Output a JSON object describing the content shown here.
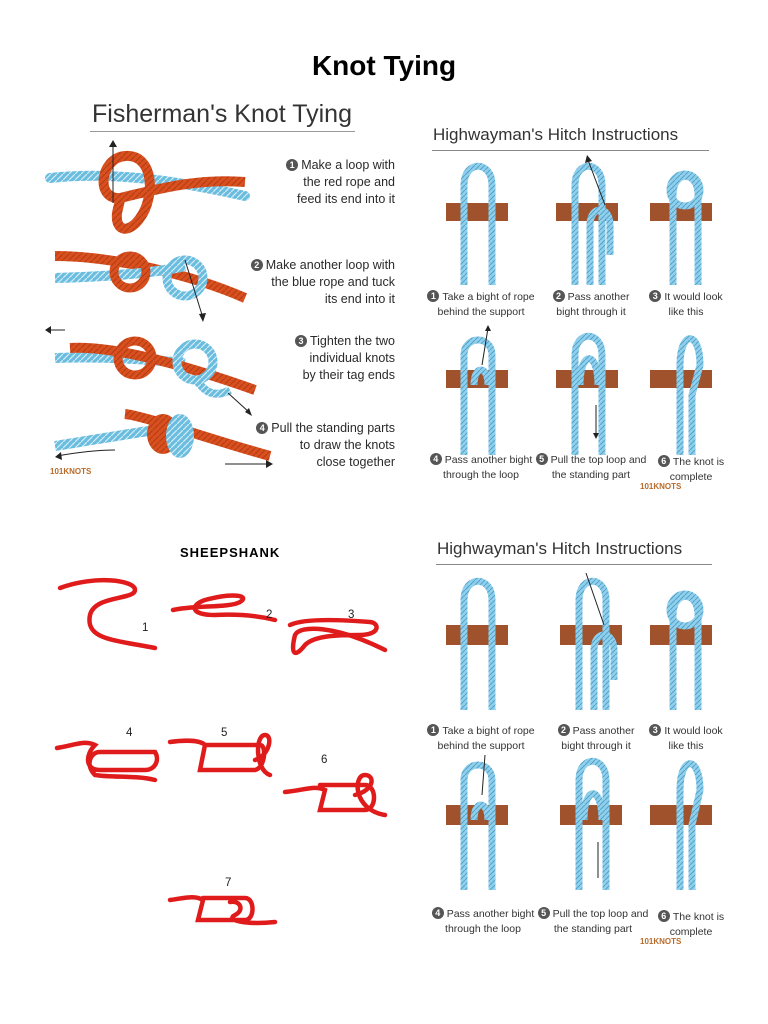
{
  "title": "Knot Tying",
  "fisherman": {
    "title": "Fisherman's Knot Tying",
    "steps": [
      {
        "num": "1",
        "lines": [
          "Make a loop with",
          "the red rope and",
          "feed its end into it"
        ]
      },
      {
        "num": "2",
        "lines": [
          "Make another loop with",
          "the blue rope and tuck",
          "its end into it"
        ]
      },
      {
        "num": "3",
        "lines": [
          "Tighten the two",
          "individual knots",
          "by their tag ends"
        ]
      },
      {
        "num": "4",
        "lines": [
          "Pull the standing parts",
          "to draw the knots",
          "close together"
        ]
      }
    ],
    "logo": "101KNOTS"
  },
  "highwayman_top": {
    "title": "Highwayman's Hitch Instructions",
    "captions": [
      {
        "num": "1",
        "lines": [
          "Take a bight of rope",
          "behind the support"
        ]
      },
      {
        "num": "2",
        "lines": [
          "Pass another",
          "bight through it"
        ]
      },
      {
        "num": "3",
        "lines": [
          "It would look",
          "like this"
        ]
      },
      {
        "num": "4",
        "lines": [
          "Pass another bight",
          "through the loop"
        ]
      },
      {
        "num": "5",
        "lines": [
          "Pull the top loop and",
          "the standing part"
        ]
      },
      {
        "num": "6",
        "lines": [
          "The knot is",
          "complete"
        ]
      }
    ],
    "logo": "101KNOTS"
  },
  "sheepshank": {
    "title": "SHEEPSHANK",
    "numbers": [
      "1",
      "2",
      "3",
      "4",
      "5",
      "6",
      "7"
    ]
  },
  "highwayman_bottom": {
    "title": "Highwayman's Hitch Instructions",
    "captions": [
      {
        "num": "1",
        "lines": [
          "Take a bight of rope",
          "behind the support"
        ]
      },
      {
        "num": "2",
        "lines": [
          "Pass another",
          "bight through it"
        ]
      },
      {
        "num": "3",
        "lines": [
          "It would look",
          "like this"
        ]
      },
      {
        "num": "4",
        "lines": [
          "Pass another bight",
          "through the loop"
        ]
      },
      {
        "num": "5",
        "lines": [
          "Pull the top loop and",
          "the standing part"
        ]
      },
      {
        "num": "6",
        "lines": [
          "The knot is",
          "complete"
        ]
      }
    ],
    "logo": "101KNOTS"
  },
  "colors": {
    "red_rope": "#d94f1e",
    "blue_rope": "#6bbde0",
    "support": "#a0522d",
    "sheepshank_rope": "#e01b1b"
  }
}
